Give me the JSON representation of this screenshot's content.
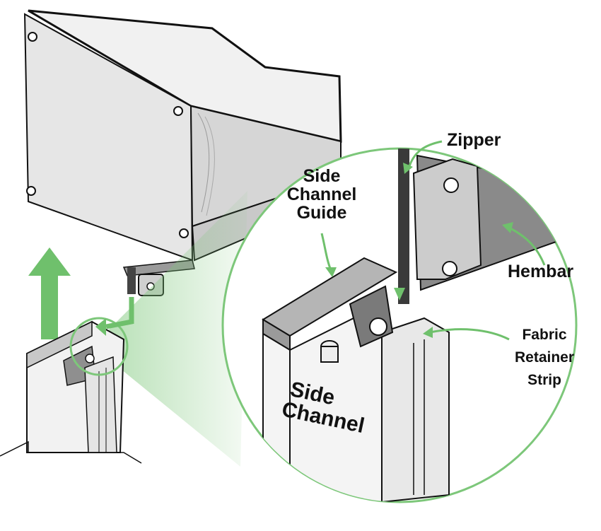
{
  "labels": {
    "zipper": "Zipper",
    "side_channel_guide": [
      "Side",
      "Channel",
      "Guide"
    ],
    "hembar": "Hembar",
    "fabric_retainer_strip": [
      "Fabric",
      "Retainer",
      "Strip"
    ],
    "side_channel": [
      "Side",
      "Channel"
    ]
  },
  "colors": {
    "accent_green": "#7dc77a",
    "arrow_green": "#6fc06c",
    "outline": "#111111",
    "housing_fill": "#e4e4e4",
    "housing_side": "#d2d2d2",
    "hembar_fill": "#8a8a8a",
    "guide_fill": "#b5b5b5",
    "part_dark": "#7a7a7a"
  },
  "icons": [
    "up-arrow-icon",
    "down-arrow-icon",
    "pointer-arrow-icon"
  ]
}
